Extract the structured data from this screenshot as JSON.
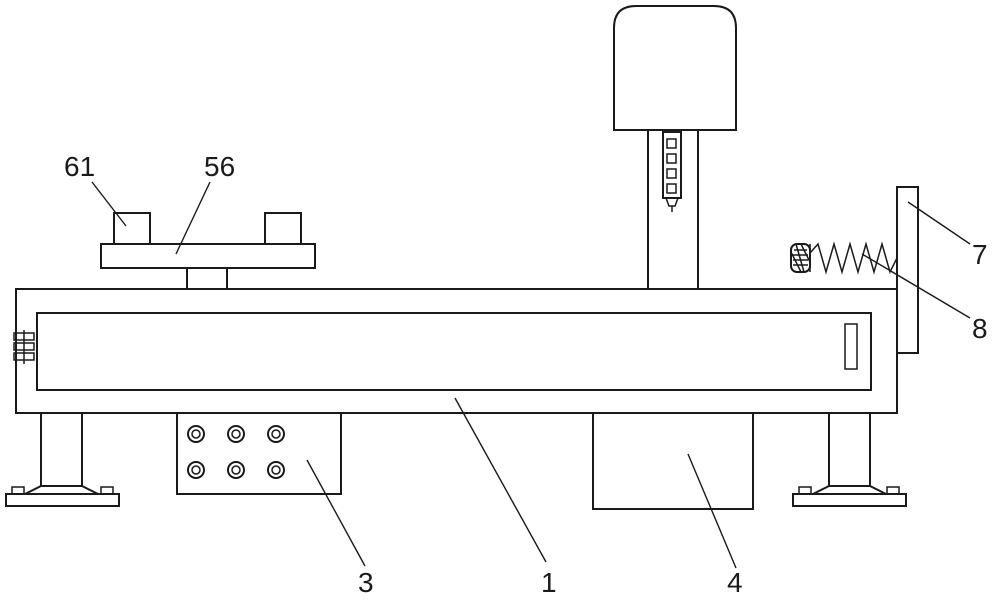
{
  "labels": {
    "l61": "61",
    "l56": "56",
    "l7": "7",
    "l8": "8",
    "l3": "3",
    "l1": "1",
    "l4": "4"
  }
}
